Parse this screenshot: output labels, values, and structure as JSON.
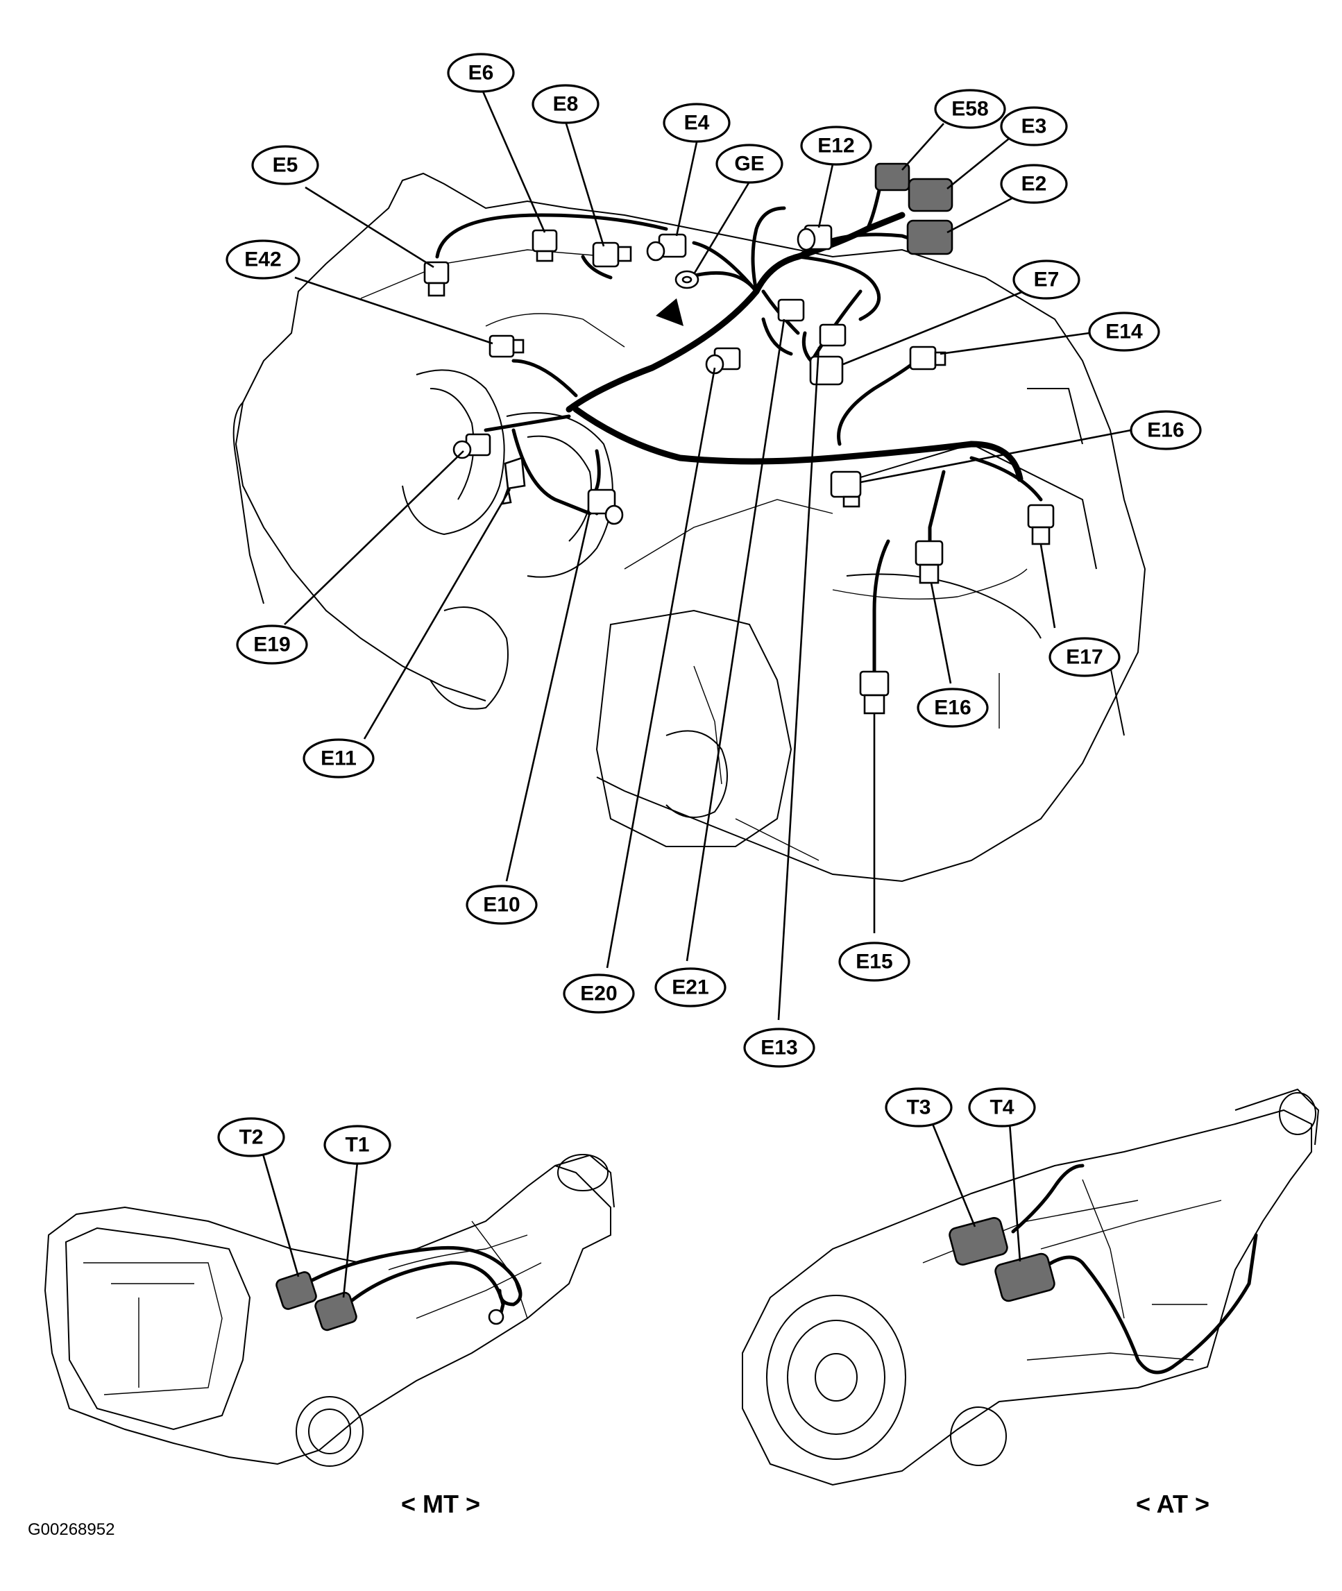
{
  "figure_id": "G00268952",
  "callouts": {
    "E6": "E6",
    "E8": "E8",
    "E4": "E4",
    "GE": "GE",
    "E12": "E12",
    "E58": "E58",
    "E3": "E3",
    "E2": "E2",
    "E5": "E5",
    "E42": "E42",
    "E7": "E7",
    "E14": "E14",
    "E16_top": "E16",
    "E19": "E19",
    "E17": "E17",
    "E16_bottom": "E16",
    "E11": "E11",
    "E10": "E10",
    "E15": "E15",
    "E20": "E20",
    "E21": "E21",
    "E13": "E13",
    "T2": "T2",
    "T1": "T1",
    "T3": "T3",
    "T4": "T4"
  },
  "captions": {
    "mt": "< MT >",
    "at": "< AT >"
  }
}
